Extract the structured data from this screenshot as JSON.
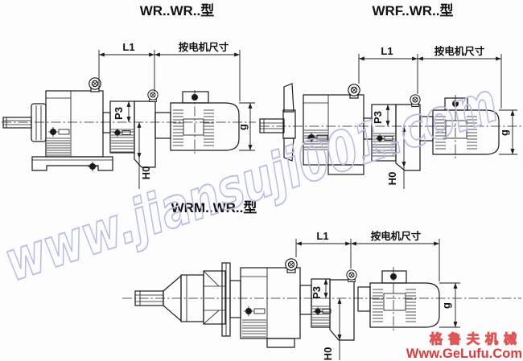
{
  "page": {
    "background": "#fdfdfd"
  },
  "diagrams": [
    {
      "id": "wr-wr",
      "title": "WR..WR..型",
      "dims": {
        "l1": "L1",
        "motor_size": "按电机尺寸",
        "p3": "P3",
        "h0": "H0",
        "g": "g"
      }
    },
    {
      "id": "wrf-wr",
      "title": "WRF..WR..型",
      "dims": {
        "l1": "L1",
        "motor_size": "按电机尺寸",
        "p3": "P3",
        "h0": "H0",
        "g": "g"
      }
    },
    {
      "id": "wrm-wr",
      "title": "WRM..WR..型",
      "dims": {
        "l1": "L1",
        "motor_size": "按电机尺寸",
        "p3": "P3",
        "h0": "H0",
        "g": "g"
      }
    }
  ],
  "watermark": {
    "text": "www.jiansuji001.com",
    "color": "#bcbcea"
  },
  "logo": {
    "line1": "格鲁夫机械",
    "line2": "Www.GeLufu.Com",
    "color": "#dd3a3a"
  }
}
